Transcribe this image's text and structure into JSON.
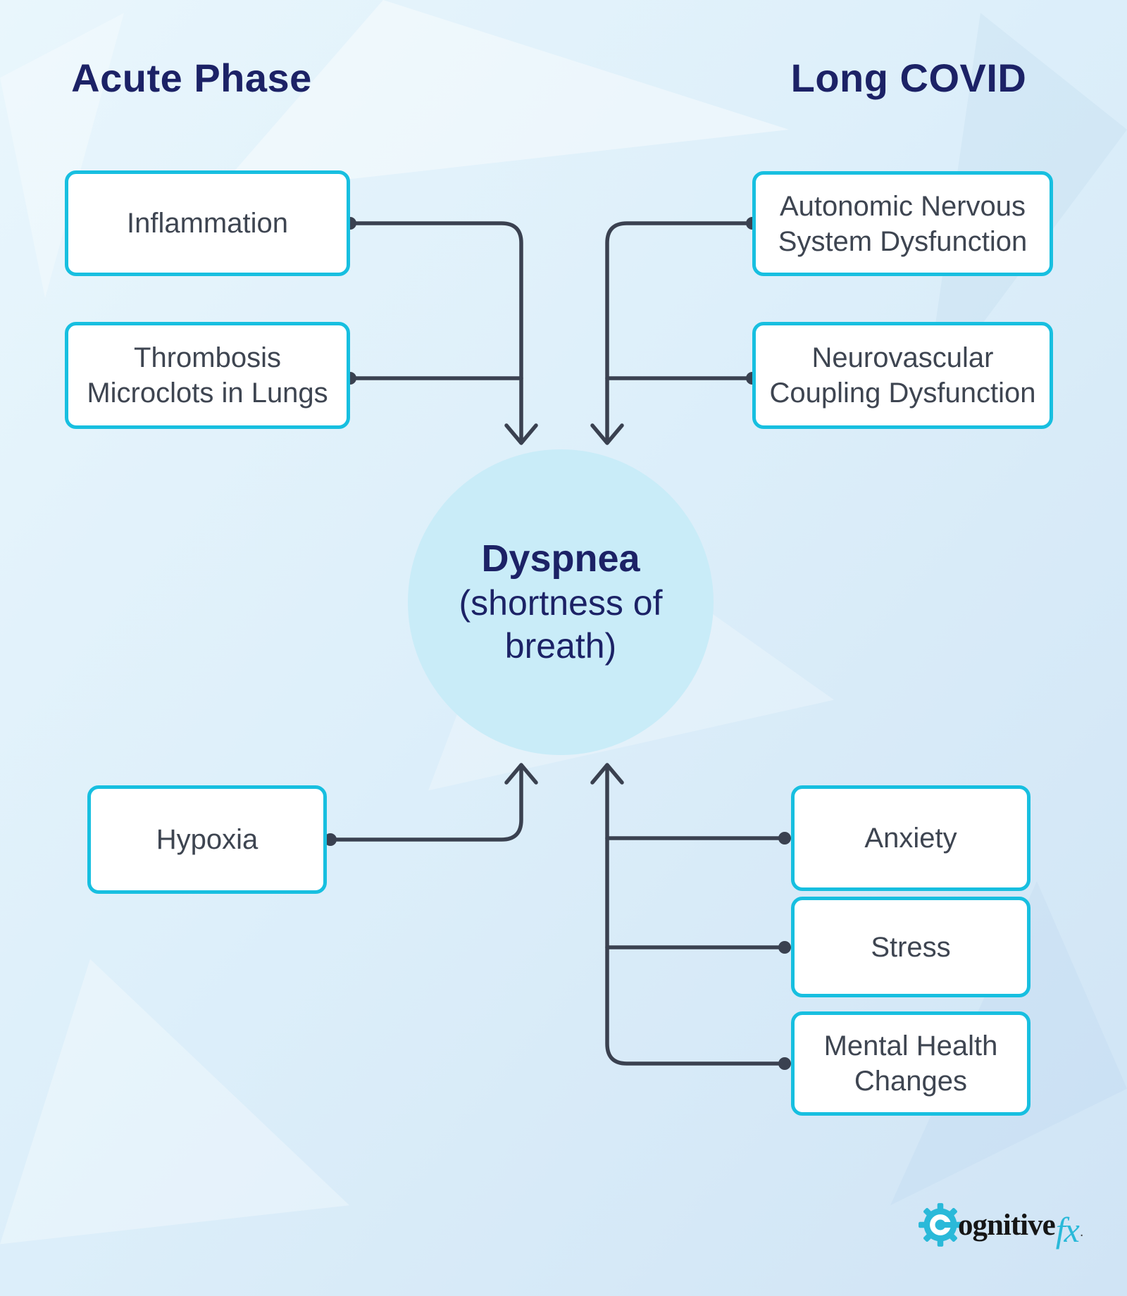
{
  "headings": {
    "left": "Acute Phase",
    "right": "Long COVID"
  },
  "center": {
    "title": "Dyspnea",
    "subtitle": "(shortness of\nbreath)"
  },
  "boxes": {
    "inflammation": "Inflammation",
    "thrombosis": "Thrombosis\nMicroclots in Lungs",
    "autonomic": "Autonomic Nervous\nSystem Dysfunction",
    "neurovascular": "Neurovascular\nCoupling Dysfunction",
    "hypoxia": "Hypoxia",
    "anxiety": "Anxiety",
    "stress": "Stress",
    "mental_health": "Mental Health\nChanges"
  },
  "logo": {
    "text": "ognitive",
    "suffix": "fx",
    "mark": "."
  },
  "colors": {
    "accent": "#17bfe0",
    "connector": "#3a4150",
    "navy": "#1c2266",
    "box_text": "#3e4551",
    "circle_fill": "#c9ecf8",
    "logo_cyan": "#2ab9d9",
    "logo_text": "#161616",
    "background_light": "#e9f6fc",
    "background_dark": "#d0e4f5"
  }
}
